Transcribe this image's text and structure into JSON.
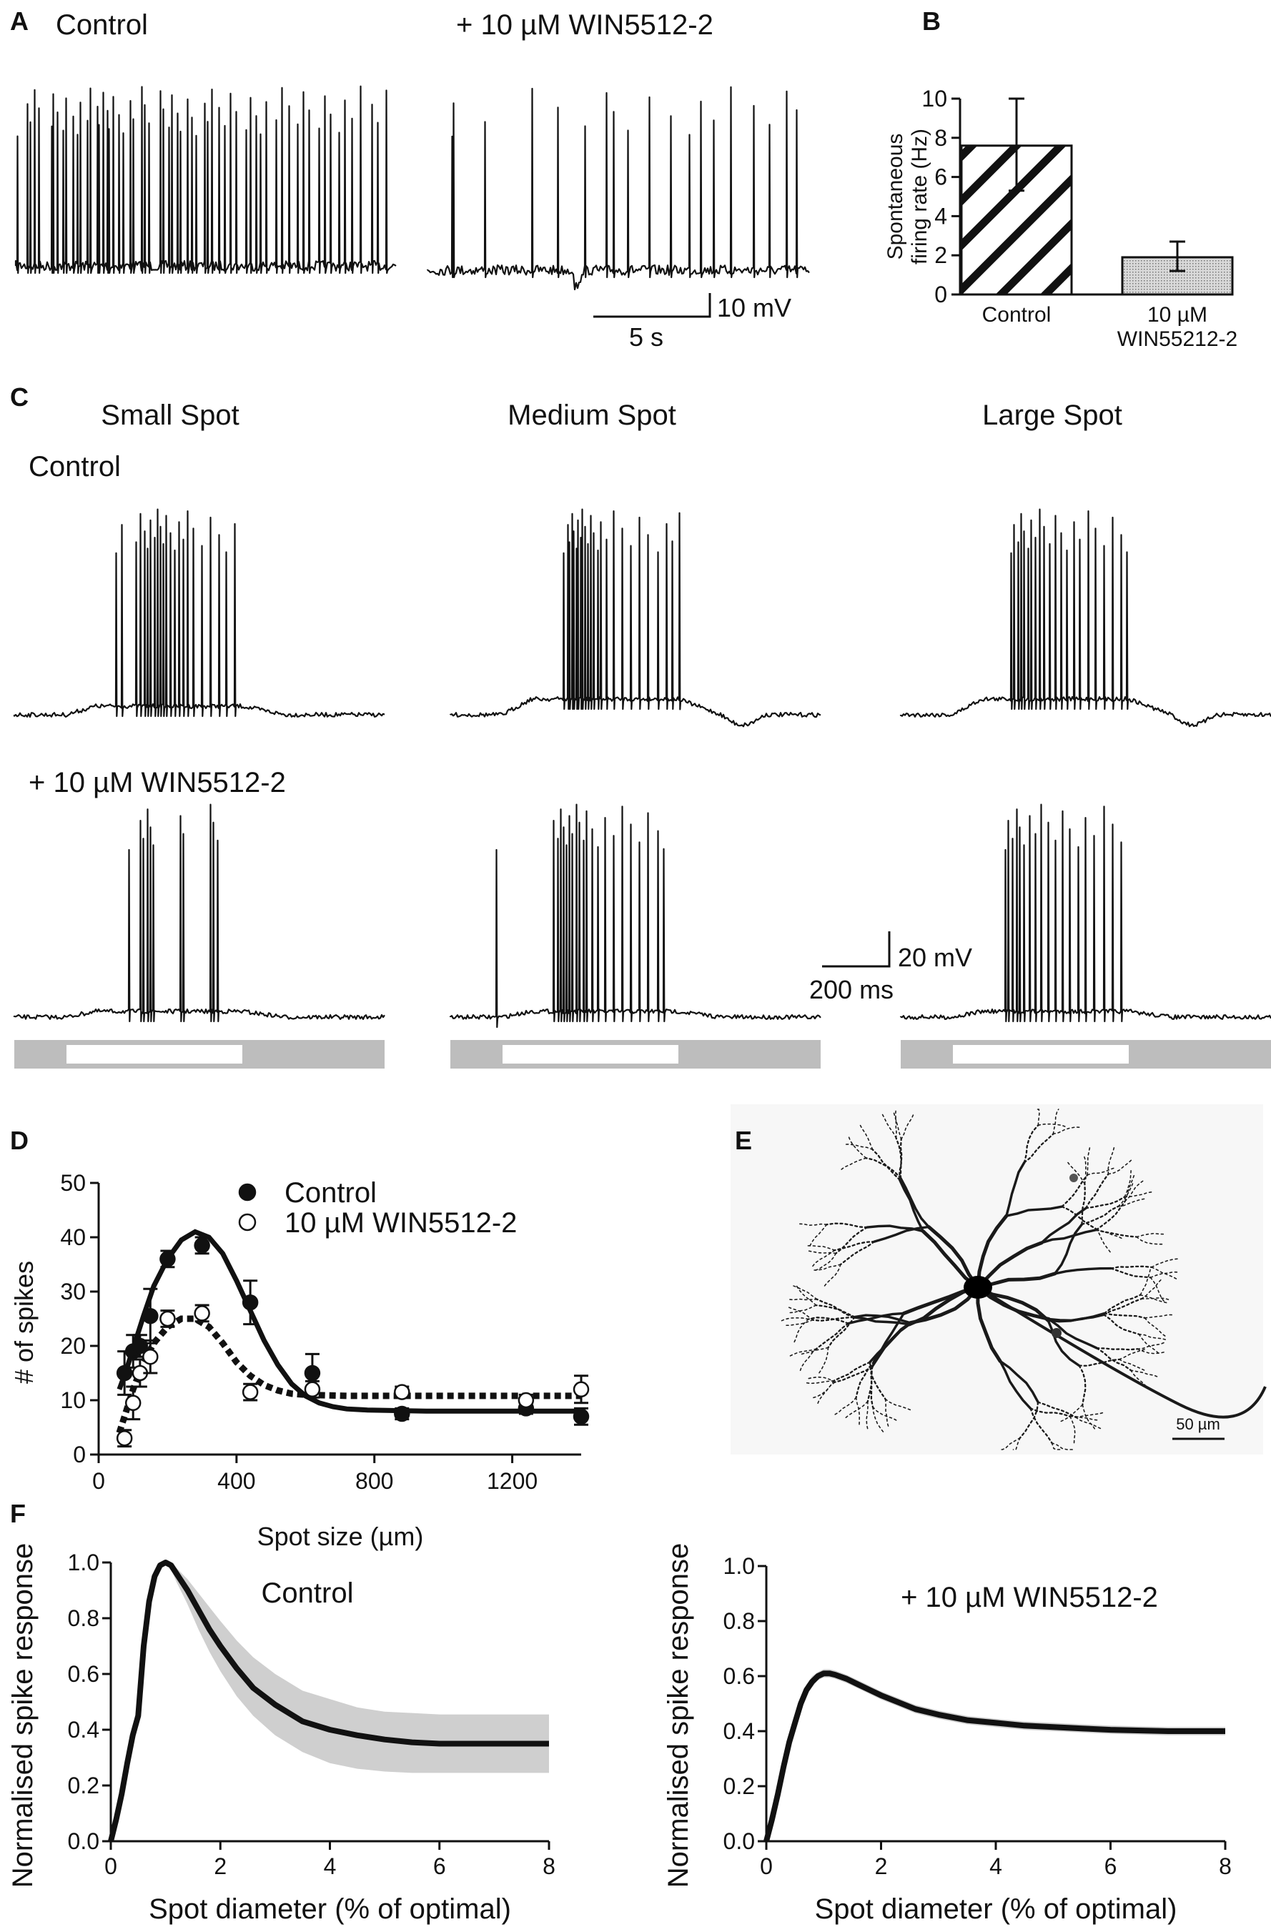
{
  "panels": {
    "A": {
      "letter": "A",
      "cond_left": "Control",
      "cond_right": "+ 10 µM WIN5512-2",
      "scale_time": "5 s",
      "scale_voltage": "10 mV",
      "spike_times_control": [
        0.05,
        0.45,
        0.63,
        0.77,
        0.96,
        1.55,
        1.62,
        1.79,
        2.1,
        2.21,
        2.55,
        2.68,
        2.83,
        3.16,
        3.31,
        3.58,
        3.67,
        3.85,
        4.02,
        4.12,
        4.3,
        4.55,
        4.76,
        5.1,
        5.19,
        5.55,
        5.71,
        5.92,
        6.4,
        6.53,
        6.77,
        6.9,
        7.19,
        7.29,
        7.64,
        7.82,
        8.01,
        8.37,
        8.54,
        8.73,
        9.02,
        9.3,
        9.55,
        9.8,
        10.22,
        10.41,
        10.68,
        10.9,
        11.14,
        11.56,
        11.81,
        12.16,
        12.54,
        12.8,
        13.07,
        13.51,
        13.76,
        14.02,
        14.37,
        14.64,
        14.98,
        15.34,
        15.86,
        16.12,
        16.52
      ],
      "spike_times_drug": [
        1.02,
        1.12,
        2.5,
        4.62,
        5.72,
        6.95,
        7.92,
        8.21,
        8.86,
        9.8,
        10.76,
        11.6,
        12.1,
        12.7,
        13.42,
        14.46,
        15.15,
        15.9,
        16.37
      ]
    },
    "B": {
      "letter": "B",
      "chart_data": {
        "type": "bar",
        "categories": [
          "Control",
          "10 µM WIN55212-2"
        ],
        "category_lines": [
          [
            "Control"
          ],
          [
            "10 µM",
            "WIN55212-2"
          ]
        ],
        "values": [
          7.6,
          1.9
        ],
        "errors": [
          [
            5.3,
            10.0
          ],
          [
            1.2,
            2.7
          ]
        ],
        "ylabel_lines": [
          "Spontaneous",
          "firing rate (Hz)"
        ],
        "ylim": [
          0,
          10
        ],
        "yticks": [
          0,
          2,
          4,
          6,
          8,
          10
        ],
        "fills": [
          "hatched",
          "stippled"
        ]
      }
    },
    "C": {
      "letter": "C",
      "col_titles": [
        "Small Spot",
        "Medium Spot",
        "Large Spot"
      ],
      "row_labels": [
        "Control",
        "+ 10 µM WIN5512-2"
      ],
      "scale_time": "200 ms",
      "scale_voltage": "20 mV",
      "spike_times_ms": [
        [
          [
            220,
            250,
            310,
            330,
            348,
            365,
            380,
            395,
            408,
            422,
            438,
            452,
            468,
            485,
            505,
            525,
            545,
            570,
            610,
            650,
            690,
            725,
            760
          ],
          [
            280,
            330,
            345,
            362,
            376,
            388,
            515,
            530,
            650,
            665,
            680
          ]
        ],
        [
          [
            275,
            290,
            300,
            310,
            320,
            330,
            340,
            350,
            360,
            372,
            385,
            398,
            412,
            428,
            445,
            470,
            500,
            540,
            580,
            620,
            660,
            700,
            740,
            770,
            800
          ],
          [
            -30,
            230,
            245,
            260,
            272,
            285,
            300,
            315,
            330,
            345,
            362,
            380,
            405,
            430,
            460,
            500,
            540,
            580,
            620,
            660,
            700,
            730
          ]
        ],
        [
          [
            260,
            275,
            290,
            305,
            320,
            335,
            352,
            370,
            390,
            412,
            435,
            460,
            488,
            515,
            545,
            575,
            610,
            645,
            680,
            720,
            760,
            790
          ],
          [
            235,
            250,
            268,
            285,
            300,
            320,
            345,
            370,
            400,
            430,
            460,
            495,
            530,
            565,
            600,
            640,
            680,
            720,
            760
          ]
        ]
      ]
    },
    "D": {
      "letter": "D",
      "chart_data": {
        "type": "scatter",
        "xlabel": "Spot size (µm)",
        "ylabel": "# of spikes",
        "xlim": [
          0,
          1400
        ],
        "ylim": [
          0,
          50
        ],
        "xticks": [
          0,
          400,
          800,
          1200
        ],
        "yticks": [
          0,
          10,
          20,
          30,
          40,
          50
        ],
        "series": [
          {
            "name": "Control",
            "marker": "filled-circle",
            "x": [
              75,
              100,
              120,
              150,
              200,
              300,
              440,
              620,
              880,
              1240,
              1400
            ],
            "y": [
              15,
              19,
              20,
              25.5,
              36,
              38.5,
              28,
              15,
              7.5,
              8.5,
              7
            ],
            "err": [
              4,
              3,
              2,
              5,
              1.5,
              1.5,
              4,
              3.5,
              1,
              1,
              1.5
            ],
            "fit": {
              "style": "solid",
              "x": [
                60,
                80,
                100,
                130,
                160,
                200,
                240,
                280,
                320,
                360,
                400,
                440,
                480,
                520,
                560,
                600,
                640,
                680,
                720,
                780,
                850,
                950,
                1100,
                1250,
                1400
              ],
              "y": [
                12,
                15.5,
                19.5,
                25.5,
                31,
                36,
                39.5,
                41,
                40,
                37,
                32,
                26.5,
                21,
                16.5,
                13,
                10.8,
                9.5,
                8.8,
                8.4,
                8.2,
                8.1,
                8,
                8,
                8,
                8
              ]
            }
          },
          {
            "name": "10 µM WIN5512-2",
            "marker": "open-circle",
            "x": [
              75,
              100,
              120,
              150,
              200,
              300,
              440,
              620,
              880,
              1240,
              1400
            ],
            "y": [
              3,
              9.5,
              15,
              18,
              25,
              26,
              11.5,
              12,
              11.5,
              10,
              12
            ],
            "err": [
              1.5,
              3,
              2.5,
              3,
              1.5,
              1.5,
              1.5,
              1.5,
              1,
              1,
              2.5
            ],
            "fit": {
              "style": "dotted",
              "x": [
                60,
                80,
                100,
                130,
                160,
                200,
                240,
                280,
                320,
                360,
                400,
                440,
                480,
                520,
                560,
                600,
                660,
                720,
                800,
                900,
                1000,
                1200,
                1400
              ],
              "y": [
                4,
                8,
                12,
                17,
                20.5,
                23.5,
                25,
                25,
                23.5,
                20.5,
                17,
                14.5,
                12.8,
                11.8,
                11.2,
                11,
                10.9,
                10.8,
                10.8,
                10.8,
                10.8,
                10.8,
                10.8
              ]
            }
          }
        ]
      }
    },
    "E": {
      "letter": "E",
      "scale_bar": "50 µm"
    },
    "F": {
      "letter": "F",
      "chart_data": [
        {
          "type": "line",
          "title": "Control",
          "xlabel": "Spot diameter (% of optimal)",
          "ylabel": "Normalised spike response",
          "xlim": [
            0,
            8
          ],
          "ylim": [
            0,
            1.0
          ],
          "xticks": [
            0,
            2,
            4,
            6,
            8
          ],
          "yticks": [
            0.0,
            0.2,
            0.4,
            0.6,
            0.8,
            1.0
          ],
          "x": [
            0,
            0.1,
            0.2,
            0.3,
            0.4,
            0.5,
            0.6,
            0.7,
            0.8,
            0.9,
            1.0,
            1.1,
            1.2,
            1.4,
            1.6,
            1.8,
            2.0,
            2.3,
            2.6,
            3.0,
            3.5,
            4.0,
            4.5,
            5.0,
            5.5,
            6.0,
            7.0,
            8.0
          ],
          "mean": [
            0,
            0.08,
            0.17,
            0.28,
            0.38,
            0.45,
            0.7,
            0.86,
            0.95,
            0.99,
            1.0,
            0.99,
            0.96,
            0.9,
            0.83,
            0.76,
            0.7,
            0.62,
            0.55,
            0.49,
            0.43,
            0.4,
            0.38,
            0.365,
            0.355,
            0.35,
            0.35,
            0.35
          ],
          "lower": [
            0,
            0.07,
            0.15,
            0.25,
            0.35,
            0.42,
            0.66,
            0.84,
            0.94,
            0.98,
            0.995,
            0.975,
            0.93,
            0.85,
            0.76,
            0.68,
            0.61,
            0.52,
            0.45,
            0.38,
            0.32,
            0.28,
            0.26,
            0.25,
            0.245,
            0.245,
            0.245,
            0.245
          ],
          "upper": [
            0,
            0.09,
            0.19,
            0.31,
            0.41,
            0.48,
            0.74,
            0.88,
            0.96,
            0.995,
            1.0,
            1.0,
            0.98,
            0.94,
            0.89,
            0.84,
            0.79,
            0.72,
            0.66,
            0.6,
            0.54,
            0.51,
            0.48,
            0.465,
            0.46,
            0.455,
            0.455,
            0.455
          ]
        },
        {
          "type": "line",
          "title": "+ 10 µM WIN5512-2",
          "xlabel": "Spot diameter (% of optimal)",
          "ylabel": "Normalised spike response",
          "xlim": [
            0,
            8
          ],
          "ylim": [
            0,
            1.0
          ],
          "xticks": [
            0,
            2,
            4,
            6,
            8
          ],
          "yticks": [
            0.0,
            0.2,
            0.4,
            0.6,
            0.8,
            1.0
          ],
          "x": [
            0,
            0.1,
            0.2,
            0.3,
            0.4,
            0.5,
            0.6,
            0.7,
            0.8,
            0.9,
            1.0,
            1.1,
            1.2,
            1.4,
            1.6,
            1.8,
            2.0,
            2.3,
            2.6,
            3.0,
            3.5,
            4.0,
            4.5,
            5.0,
            5.5,
            6.0,
            7.0,
            8.0
          ],
          "mean": [
            0,
            0.08,
            0.17,
            0.27,
            0.36,
            0.43,
            0.5,
            0.55,
            0.58,
            0.6,
            0.61,
            0.61,
            0.605,
            0.59,
            0.57,
            0.55,
            0.53,
            0.505,
            0.48,
            0.46,
            0.44,
            0.43,
            0.42,
            0.415,
            0.41,
            0.405,
            0.4,
            0.4
          ],
          "lower": [
            0,
            0.07,
            0.15,
            0.25,
            0.34,
            0.41,
            0.48,
            0.53,
            0.56,
            0.585,
            0.595,
            0.595,
            0.59,
            0.575,
            0.555,
            0.535,
            0.515,
            0.49,
            0.465,
            0.445,
            0.425,
            0.415,
            0.405,
            0.4,
            0.395,
            0.39,
            0.385,
            0.385
          ],
          "upper": [
            0,
            0.09,
            0.19,
            0.29,
            0.38,
            0.45,
            0.52,
            0.57,
            0.6,
            0.615,
            0.625,
            0.625,
            0.62,
            0.605,
            0.585,
            0.565,
            0.545,
            0.52,
            0.495,
            0.475,
            0.455,
            0.445,
            0.435,
            0.43,
            0.425,
            0.42,
            0.415,
            0.415
          ]
        }
      ]
    }
  }
}
